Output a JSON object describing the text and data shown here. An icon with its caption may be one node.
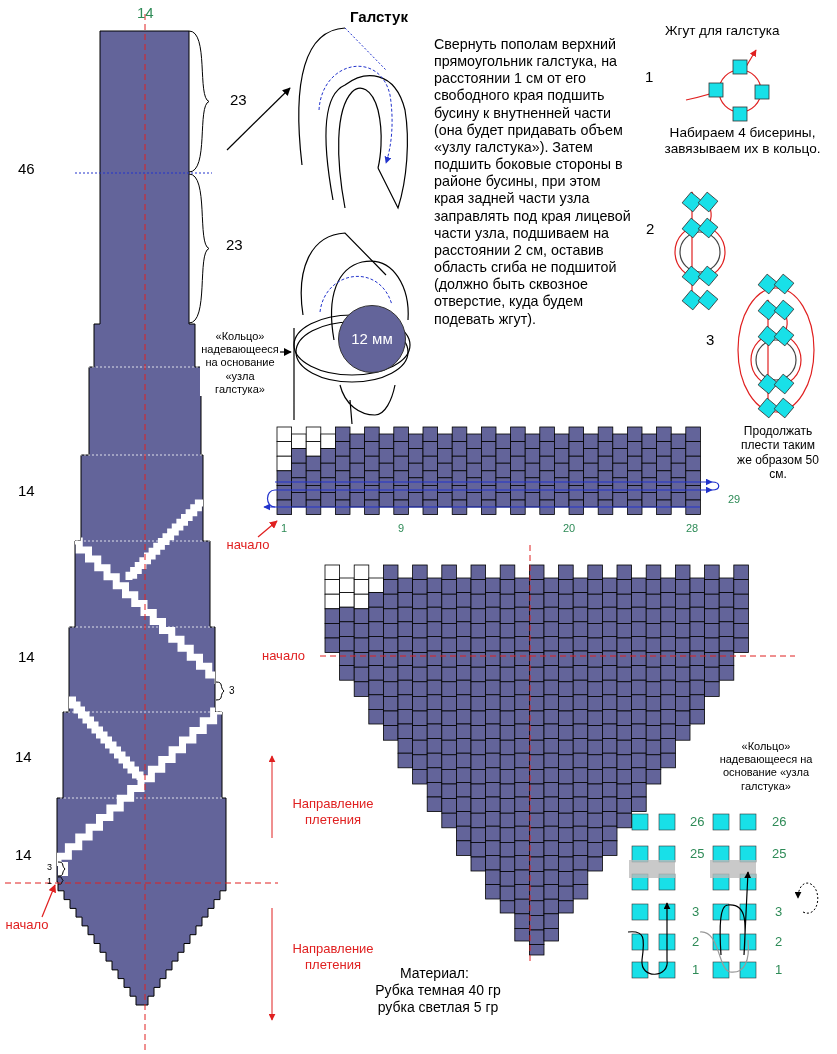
{
  "diagram": {
    "title": "Галстук",
    "nodes": [
      {
        "text": [],
        "shape": "picture",
        "beside": [
          "14",
          "23",
          "23",
          "3",
          "3",
          "1"
        ]
      },
      {
        "text": [],
        "shape": "picture"
      },
      {
        "text": [],
        "shape": "picture"
      },
      {
        "text": [
          "12 мм"
        ],
        "in": 2
      },
      {
        "text": [
          "«Кольцо» надевающееся на основание «узла галстука»"
        ]
      },
      {
        "text": [
          "начало"
        ]
      },
      {
        "text": [
          "начало"
        ]
      },
      {
        "text": [],
        "shape": "picture",
        "beside": [
          "29",
          "1",
          "9",
          "20",
          "28"
        ]
      },
      {
        "text": [],
        "shape": "picture"
      }
    ],
    "edges": [
      {
        "from": 0,
        "to": 1,
        "arrow": "to"
      },
      {
        "from": 4,
        "to": 2,
        "arrow": "to"
      },
      {
        "from": 5,
        "to": 7,
        "arrow": "to",
        "color": "#e02020"
      },
      {
        "from": 6,
        "to": 0,
        "arrow": "to",
        "color": "#e02020"
      }
    ],
    "labels": [
      "Свернуть пополам верхний прямоугольник галстука, на расстоянии 1 см от его свободного края подшить бусину к внутненней части (она будет придавать объем «узлу галстука»). Затем подшить боковые стороны в районе бусины, при этом края задней части узла заправлять под края лицевой части узла, подшиваем на расстоянии 2 см, оставив область сгиба не подшитой (должно быть сквозное отверстие, куда будем подевать жгут).",
      "Жгут для галстука",
      "1",
      "Набираем 4 бисерины, завязываем их в кольцо.",
      "46",
      "2",
      "3",
      "Продолжать плести таким же образом 50 см.",
      "14",
      "14",
      "начало",
      "14",
      "«Кольцо» надевающееся на основание «узла галстука»",
      "Направление плетения",
      "26",
      "26",
      "14",
      "25",
      "25",
      "3",
      "3",
      "2",
      "2",
      "Направление плетения",
      "1",
      "1",
      "Материал:",
      "Рубка темная 40 гр рубка светлая 5 гр"
    ]
  }
}
